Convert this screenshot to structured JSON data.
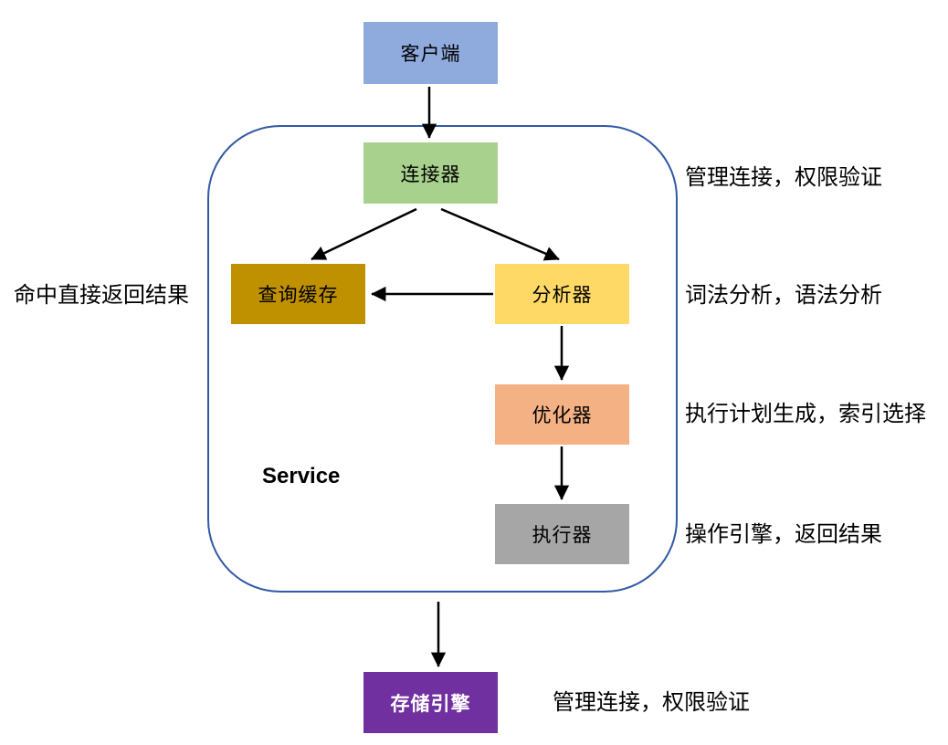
{
  "diagram": {
    "type": "architecture-flowchart",
    "container_label": "Service",
    "container_border_color": "#3159A5",
    "nodes": {
      "client": {
        "label": "客户端",
        "color": "#8FAADC",
        "text_color": "#000000"
      },
      "connector": {
        "label": "连接器",
        "color": "#A9D18E",
        "text_color": "#000000"
      },
      "query_cache": {
        "label": "查询缓存",
        "color": "#BF9000",
        "text_color": "#000000"
      },
      "analyzer": {
        "label": "分析器",
        "color": "#FFD966",
        "text_color": "#000000"
      },
      "optimizer": {
        "label": "优化器",
        "color": "#F4B183",
        "text_color": "#000000"
      },
      "executor": {
        "label": "执行器",
        "color": "#A6A6A6",
        "text_color": "#000000"
      },
      "storage_engine": {
        "label": "存储引擎",
        "color": "#7030A0",
        "text_color": "#FFFFFF"
      }
    },
    "annotations": {
      "connector_note": "管理连接，权限验证",
      "query_cache_note": "命中直接返回结果",
      "analyzer_note": "词法分析，语法分析",
      "optimizer_note": "执行计划生成，索引选择",
      "executor_note": "操作引擎，返回结果",
      "storage_engine_note": "管理连接，权限验证"
    },
    "edges": [
      {
        "from": "客户端",
        "to": "连接器"
      },
      {
        "from": "连接器",
        "to": "查询缓存"
      },
      {
        "from": "连接器",
        "to": "分析器"
      },
      {
        "from": "分析器",
        "to": "查询缓存"
      },
      {
        "from": "分析器",
        "to": "优化器"
      },
      {
        "from": "优化器",
        "to": "执行器"
      },
      {
        "from": "Service",
        "to": "存储引擎"
      }
    ],
    "arrow_color": "#000000"
  }
}
